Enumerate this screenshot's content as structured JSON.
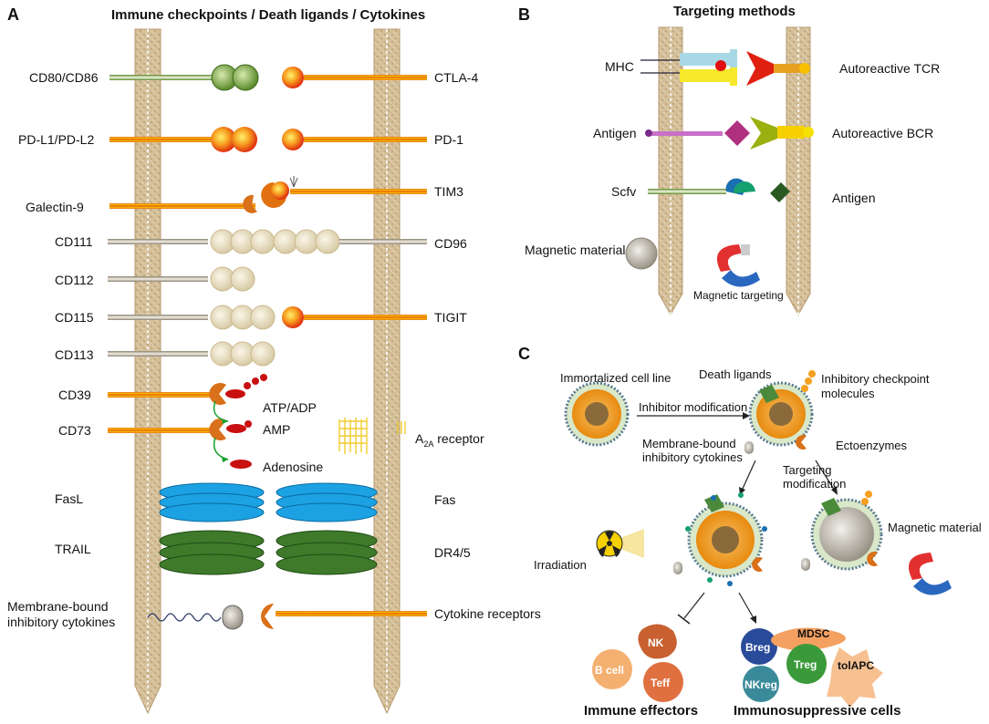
{
  "panels": {
    "a": "A",
    "b": "B",
    "c": "C"
  },
  "panel_a": {
    "title": "Immune checkpoints / Death ligands / Cytokines",
    "left_labels": [
      "CD80/CD86",
      "PD-L1/PD-L2",
      "Galectin-9",
      "CD111",
      "CD112",
      "CD115",
      "CD113",
      "CD39",
      "CD73",
      "FasL",
      "TRAIL"
    ],
    "right_labels": [
      "CTLA-4",
      "PD-1",
      "TIM3",
      "CD96",
      "TIGIT",
      "Fas",
      "DR4/5",
      "Cytokine receptors"
    ],
    "membrane_cytokines": [
      "Membrane-bound",
      "inhibitory cytokines"
    ],
    "atp": "ATP/ADP",
    "amp": "AMP",
    "adenosine": "Adenosine",
    "a2a_prefix": "A",
    "a2a_sub": "2A",
    "a2a_suffix": " receptor"
  },
  "panel_b": {
    "title": "Targeting methods",
    "left_labels": [
      "MHC",
      "Antigen",
      "Scfv",
      "Magnetic material"
    ],
    "right_labels": [
      "Autoreactive TCR",
      "Autoreactive BCR",
      "Antigen"
    ],
    "magnet_label": "Magnetic targeting"
  },
  "panel_c": {
    "immortalized": "Immortalized cell line",
    "inhibitor_mod": "Inhibitor modification",
    "death_ligands": "Death ligands",
    "inhibitory_checkpoint": [
      "Inhibitory  checkpoint",
      "molecules"
    ],
    "membrane_bound": [
      "Membrane-bound",
      "inhibitory cytokines"
    ],
    "ectoenzymes": "Ectoenzymes",
    "targeting_mod": [
      "Targeting",
      "modification"
    ],
    "magnetic_material": "Magnetic material",
    "irradiation": "Irradiation",
    "effector_cells": [
      "NK",
      "B cell",
      "Teff"
    ],
    "suppressive_cells": [
      "Breg",
      "MDSC",
      "Treg",
      "tolAPC",
      "NKreg"
    ],
    "immune_effectors": "Immune effectors",
    "immunosuppressive": "Immunosuppressive cells"
  },
  "colors": {
    "membrane": "#d9c6a5",
    "orange": "#e8701a",
    "red_core": "#e02010",
    "yellow": "#f5d000",
    "cream": "#efe5cc",
    "green_cd80": "#6c9a3a",
    "blue_fas": "#1aa0e0",
    "green_trail": "#3f7a2a",
    "magenta": "#b03080",
    "teal": "#20a090"
  }
}
